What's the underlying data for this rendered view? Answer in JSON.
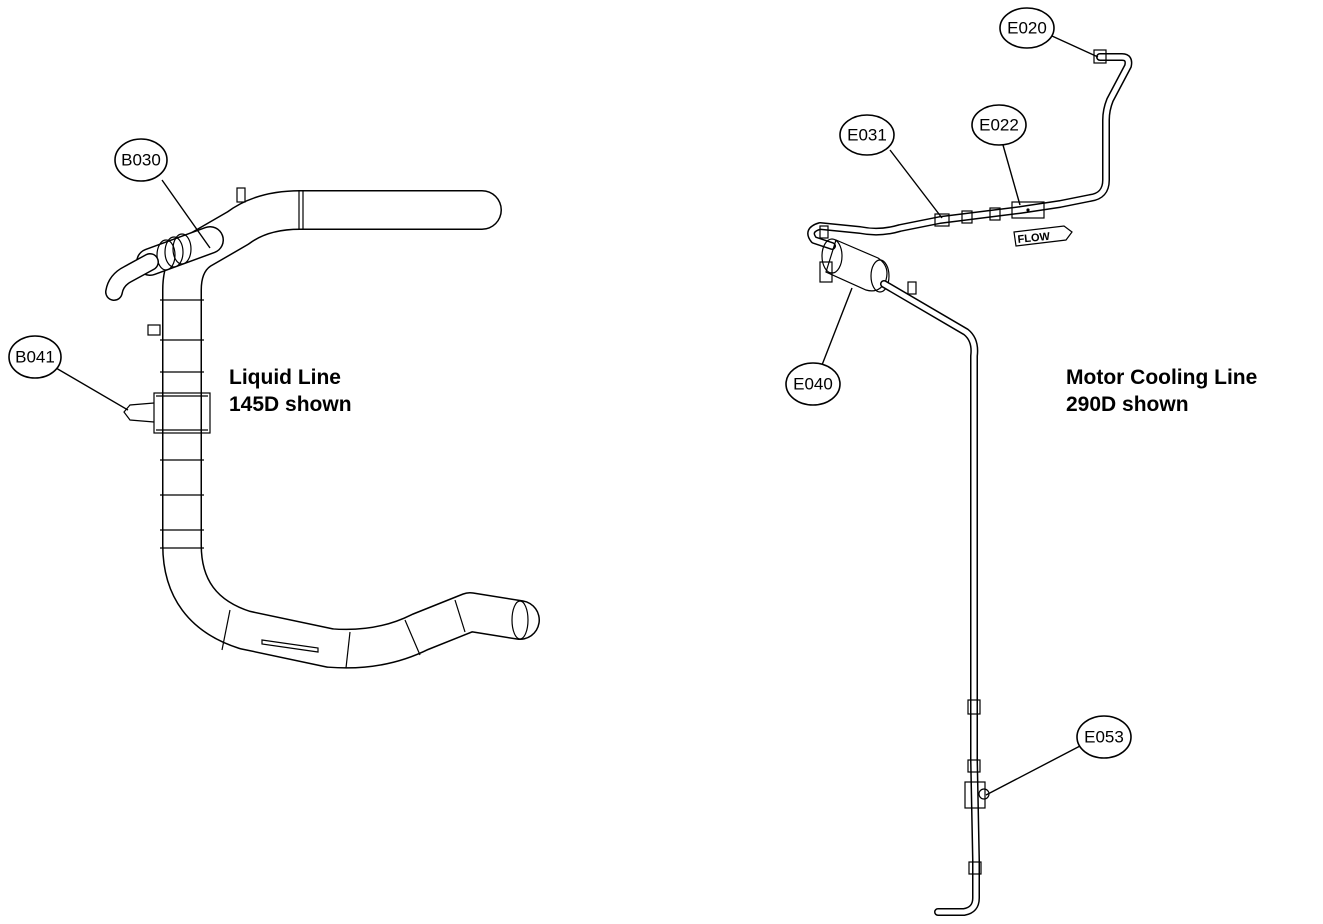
{
  "captions": {
    "liquid_line": {
      "line1": "Liquid Line",
      "line2": "145D shown"
    },
    "motor_cooling_line": {
      "line1": "Motor Cooling Line",
      "line2": "290D shown"
    }
  },
  "callouts": {
    "b030": "B030",
    "b041": "B041",
    "e020": "E020",
    "e022": "E022",
    "e031": "E031",
    "e040": "E040",
    "e053": "E053"
  },
  "flow_arrow": {
    "label": "FLOW"
  }
}
